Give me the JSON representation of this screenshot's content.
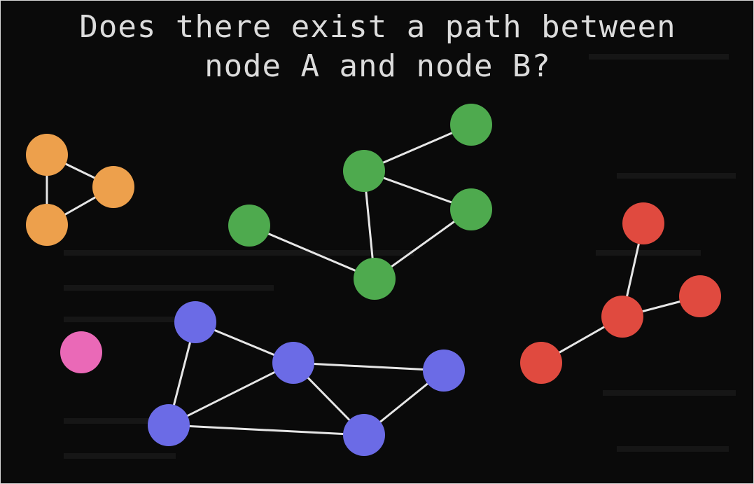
{
  "title": {
    "line1": "Does there exist a path between",
    "line2": "node A and node B?"
  },
  "colors": {
    "background": "#0a0a0a",
    "text": "#dcdcdc",
    "edge": "#e6e6e6",
    "orange": "#eda04c",
    "green": "#4eaa4e",
    "pink": "#ea69b7",
    "blue": "#6b6be6",
    "red": "#e04a3f"
  },
  "components": [
    {
      "id": "orange",
      "color": "orange",
      "nodes": [
        "o1",
        "o2",
        "o3"
      ]
    },
    {
      "id": "green",
      "color": "green",
      "nodes": [
        "g1",
        "g2",
        "g3",
        "g4",
        "g5"
      ]
    },
    {
      "id": "pink",
      "color": "pink",
      "nodes": [
        "p1"
      ]
    },
    {
      "id": "blue",
      "color": "blue",
      "nodes": [
        "b1",
        "b2",
        "b3",
        "b4",
        "b5"
      ]
    },
    {
      "id": "red",
      "color": "red",
      "nodes": [
        "r1",
        "r2",
        "r3",
        "r4"
      ]
    }
  ],
  "edges": [
    [
      "o1",
      "o2"
    ],
    [
      "o1",
      "o3"
    ],
    [
      "o2",
      "o3"
    ],
    [
      "g1",
      "g2"
    ],
    [
      "g2",
      "g3"
    ],
    [
      "g2",
      "g5"
    ],
    [
      "g3",
      "g5"
    ],
    [
      "g4",
      "g5"
    ],
    [
      "b1",
      "b2"
    ],
    [
      "b1",
      "b4"
    ],
    [
      "b2",
      "b3"
    ],
    [
      "b2",
      "b4"
    ],
    [
      "b2",
      "b5"
    ],
    [
      "b3",
      "b5"
    ],
    [
      "b4",
      "b5"
    ],
    [
      "r1",
      "r2"
    ],
    [
      "r2",
      "r3"
    ],
    [
      "r2",
      "r4"
    ]
  ]
}
